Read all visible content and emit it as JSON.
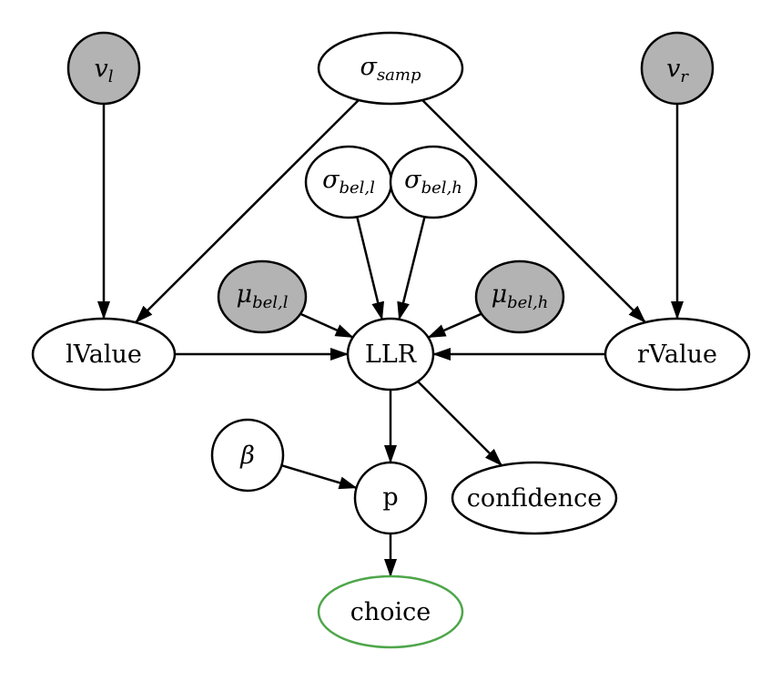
{
  "colors": {
    "edge": "#000000",
    "node_stroke": "#000000",
    "observed_fill": "#b3b3b3",
    "latent_fill": "#ffffff",
    "output_stroke": "#4ea64a"
  },
  "nodes": {
    "v_l": {
      "symbol": "v",
      "subscript": "l",
      "observed": true
    },
    "sigma_samp": {
      "symbol": "σ",
      "subscript": "samp",
      "observed": false
    },
    "v_r": {
      "symbol": "v",
      "subscript": "r",
      "observed": true
    },
    "sigma_bel_l": {
      "symbol": "σ",
      "subscript": "bel,l",
      "observed": false
    },
    "sigma_bel_h": {
      "symbol": "σ",
      "subscript": "bel,h",
      "observed": false
    },
    "mu_bel_l": {
      "symbol": "μ",
      "subscript": "bel,l",
      "observed": true
    },
    "mu_bel_h": {
      "symbol": "μ",
      "subscript": "bel,h",
      "observed": true
    },
    "lvalue": {
      "label": "lValue"
    },
    "llr": {
      "label": "LLR"
    },
    "rvalue": {
      "label": "rValue"
    },
    "beta": {
      "symbol": "β"
    },
    "p": {
      "label": "p"
    },
    "confidence": {
      "label": "confidence"
    },
    "choice": {
      "label": "choice"
    }
  },
  "edges": [
    {
      "from": "v_l",
      "to": "lvalue"
    },
    {
      "from": "sigma_samp",
      "to": "lvalue"
    },
    {
      "from": "sigma_samp",
      "to": "rvalue"
    },
    {
      "from": "v_r",
      "to": "rvalue"
    },
    {
      "from": "sigma_bel_l",
      "to": "llr"
    },
    {
      "from": "sigma_bel_h",
      "to": "llr"
    },
    {
      "from": "mu_bel_l",
      "to": "llr"
    },
    {
      "from": "mu_bel_h",
      "to": "llr"
    },
    {
      "from": "lvalue",
      "to": "llr"
    },
    {
      "from": "rvalue",
      "to": "llr"
    },
    {
      "from": "llr",
      "to": "p"
    },
    {
      "from": "llr",
      "to": "confidence"
    },
    {
      "from": "beta",
      "to": "p"
    },
    {
      "from": "p",
      "to": "choice"
    }
  ]
}
